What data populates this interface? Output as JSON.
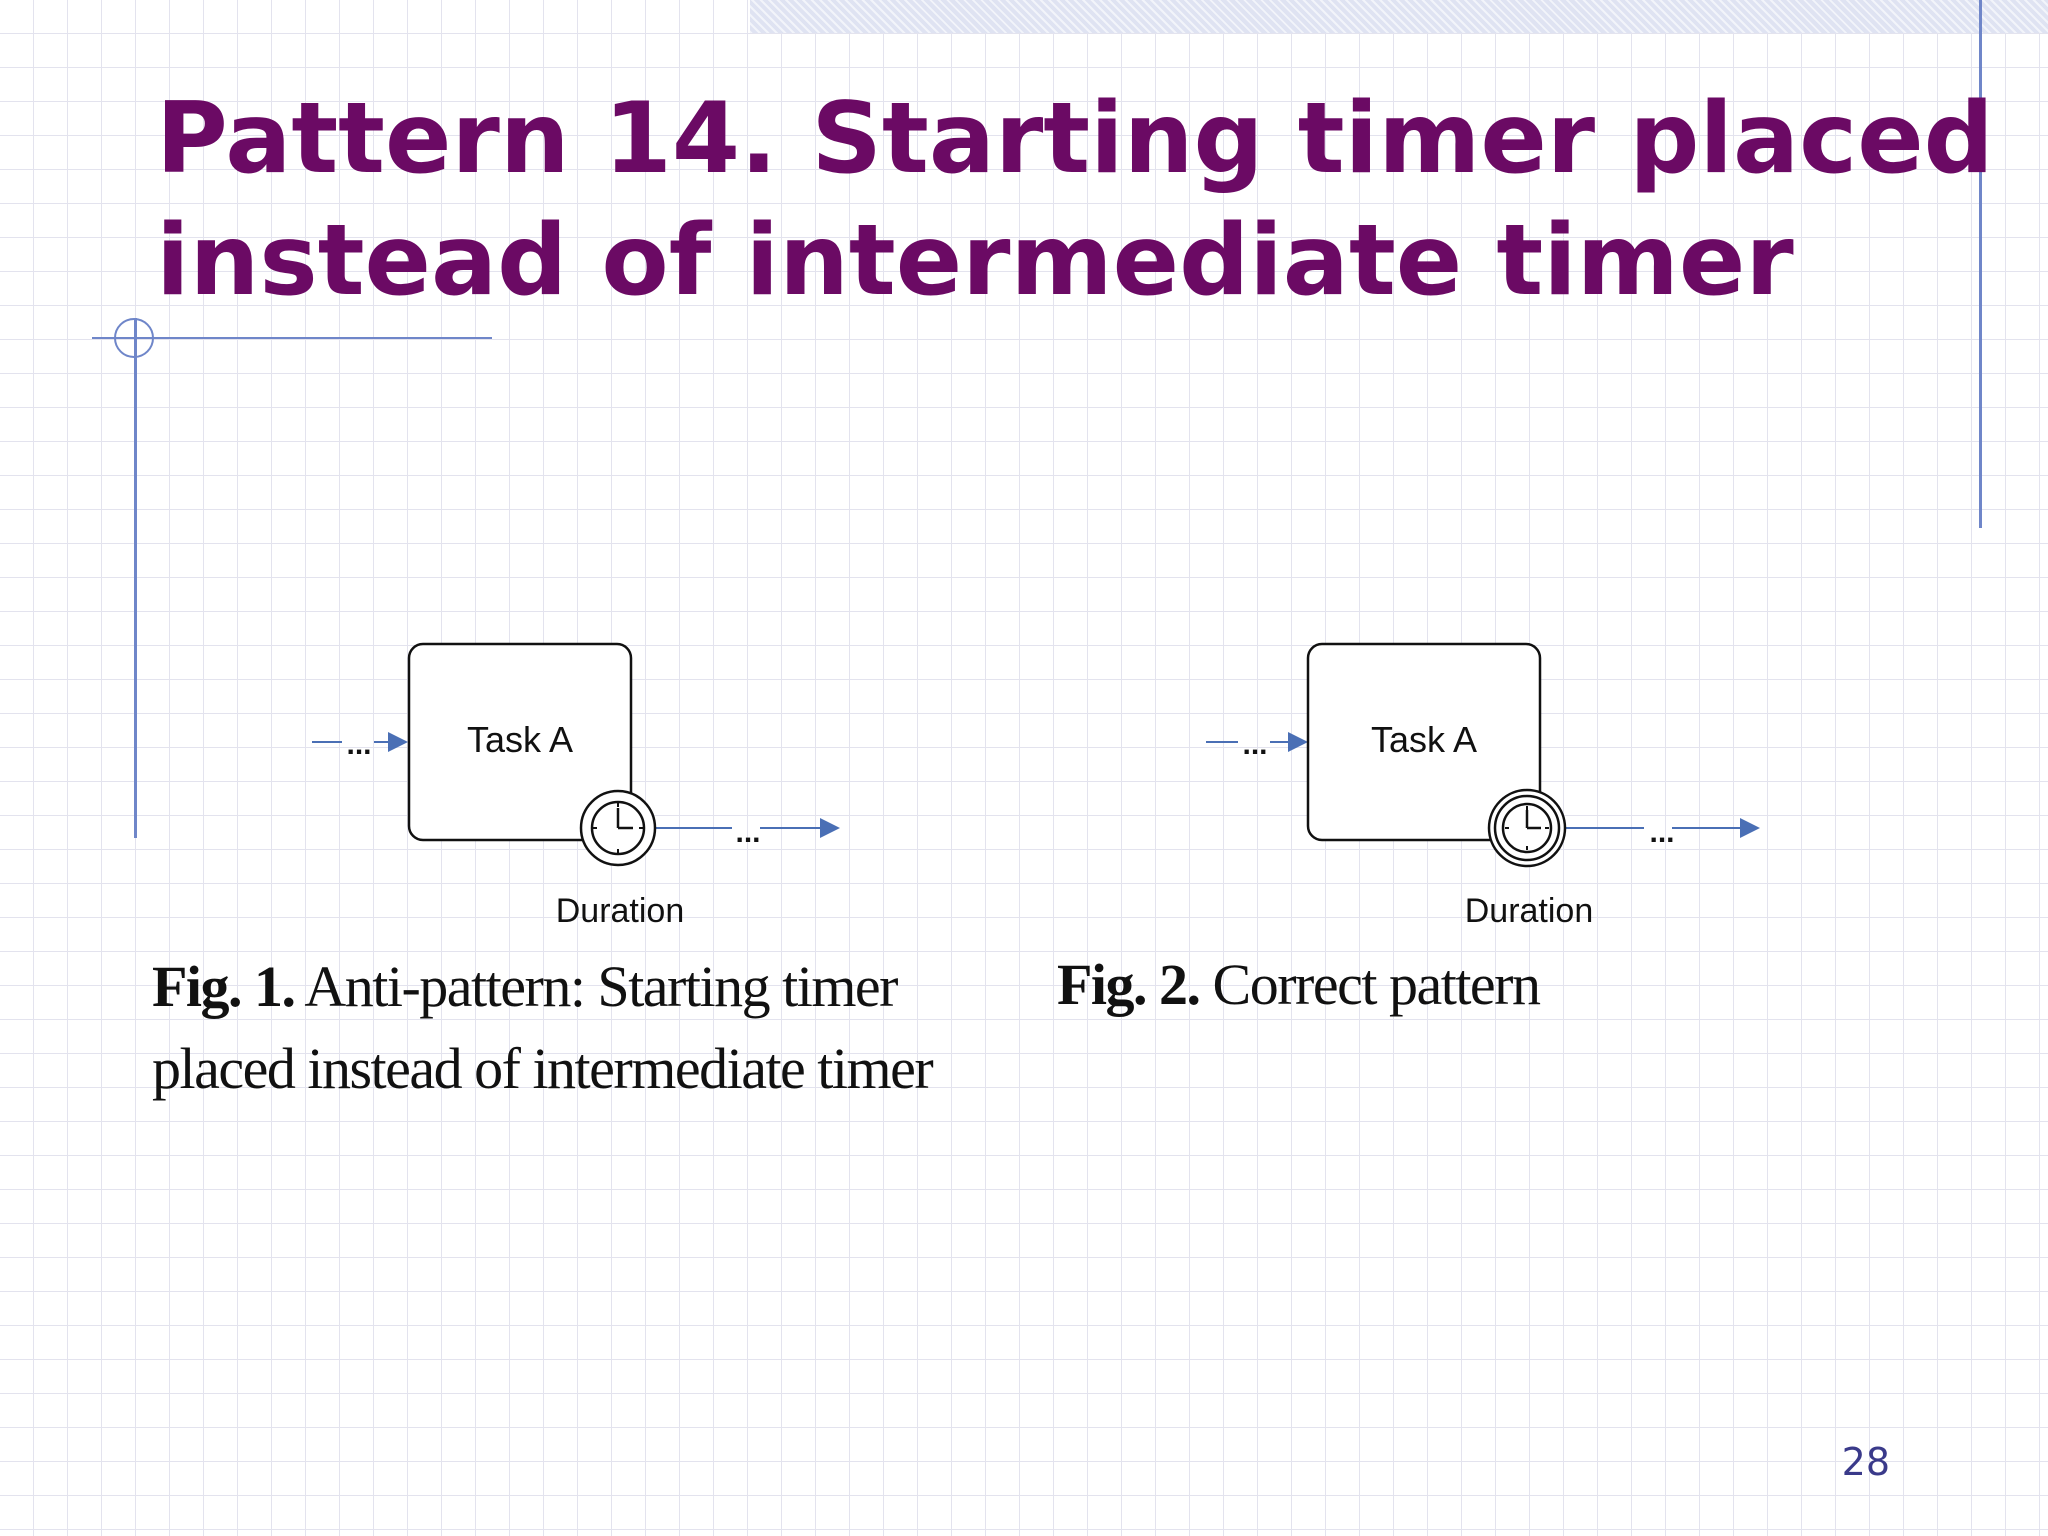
{
  "slide": {
    "title_line1": "Pattern 14. Starting timer placed",
    "title_line2": "instead of intermediate timer",
    "page_number": "28"
  },
  "figures": [
    {
      "task_label": "Task A",
      "timer_label": "Duration",
      "incoming_ellipsis": "...",
      "outgoing_ellipsis": "...",
      "timer_icon": "clock-icon",
      "timer_style": "single-ring (start timer)",
      "caption_label": "Fig. 1.",
      "caption_line1": "Anti-pattern: Starting timer",
      "caption_line2": "placed instead of intermediate timer"
    },
    {
      "task_label": "Task A",
      "timer_label": "Duration",
      "incoming_ellipsis": "...",
      "outgoing_ellipsis": "...",
      "timer_icon": "clock-icon",
      "timer_style": "double-ring (intermediate timer)",
      "caption_label": "Fig. 2.",
      "caption_line1": "Correct pattern"
    }
  ],
  "colors": {
    "title": "#6b0a64",
    "accent_line": "#6f86c9",
    "arrow": "#4a6fb5",
    "page_number": "#3a3a8a"
  }
}
